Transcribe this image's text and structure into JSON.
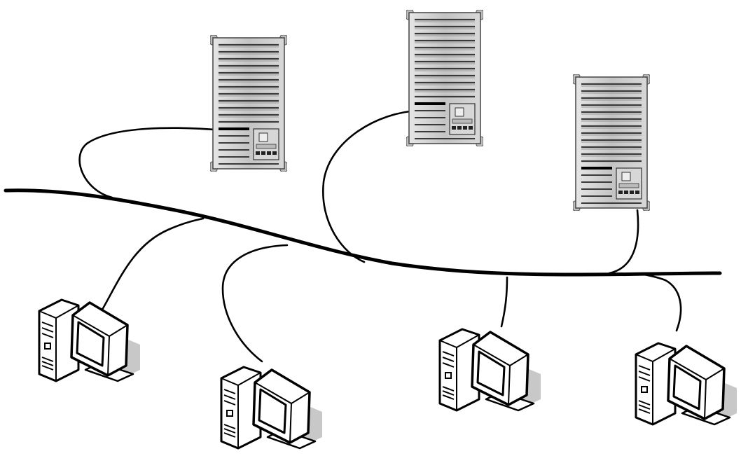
{
  "diagram": {
    "nodes": [
      {
        "id": "server-1",
        "type": "server"
      },
      {
        "id": "server-2",
        "type": "server"
      },
      {
        "id": "server-3",
        "type": "server"
      },
      {
        "id": "workstation-1",
        "type": "workstation"
      },
      {
        "id": "workstation-2",
        "type": "workstation"
      },
      {
        "id": "workstation-3",
        "type": "workstation"
      },
      {
        "id": "workstation-4",
        "type": "workstation"
      }
    ],
    "links": [
      {
        "from": "server-1",
        "to": "backbone"
      },
      {
        "from": "server-2",
        "to": "backbone"
      },
      {
        "from": "server-3",
        "to": "backbone"
      },
      {
        "from": "workstation-1",
        "to": "backbone"
      },
      {
        "from": "workstation-2",
        "to": "backbone"
      },
      {
        "from": "workstation-3",
        "to": "backbone"
      },
      {
        "from": "workstation-4",
        "to": "backbone"
      }
    ],
    "colors": {
      "line": "#000000",
      "server_body": "#c9c9c9",
      "monitor_shadow": "#bdbdbd",
      "background": "#ffffff"
    }
  }
}
